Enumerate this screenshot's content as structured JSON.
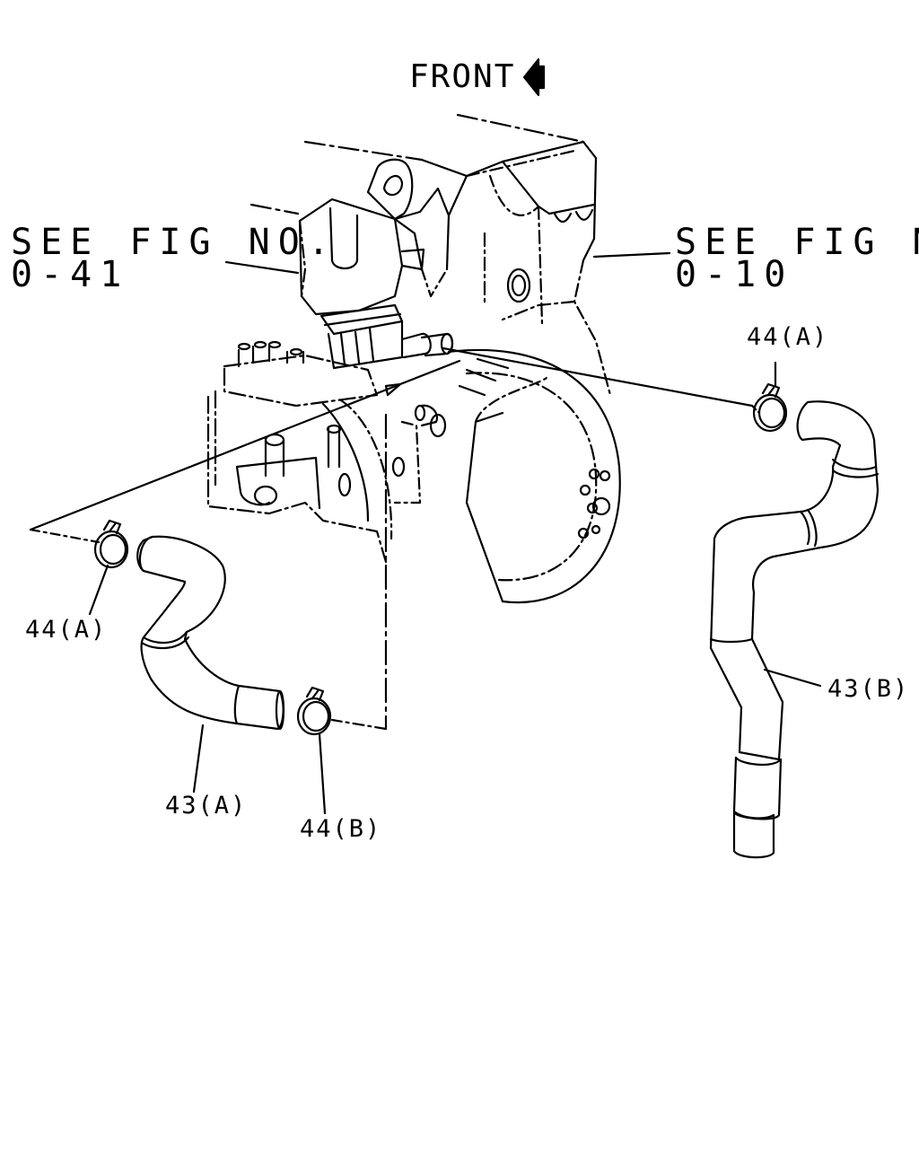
{
  "front_label": "FRONT",
  "references": {
    "left": {
      "line1": "SEE FIG NO.",
      "line2": "0-41"
    },
    "right": {
      "line1": "SEE FIG NO.",
      "line2": "0-10"
    }
  },
  "parts": {
    "clamp_a_right": "44(A)",
    "clamp_a_left": "44(A)",
    "hose_a": "43(A)",
    "clamp_b": "44(B)",
    "hose_b": "43(B)"
  },
  "icons": {
    "front_arrow": "arrow-left-icon"
  },
  "colors": {
    "line": "#000000",
    "background": "#ffffff"
  }
}
